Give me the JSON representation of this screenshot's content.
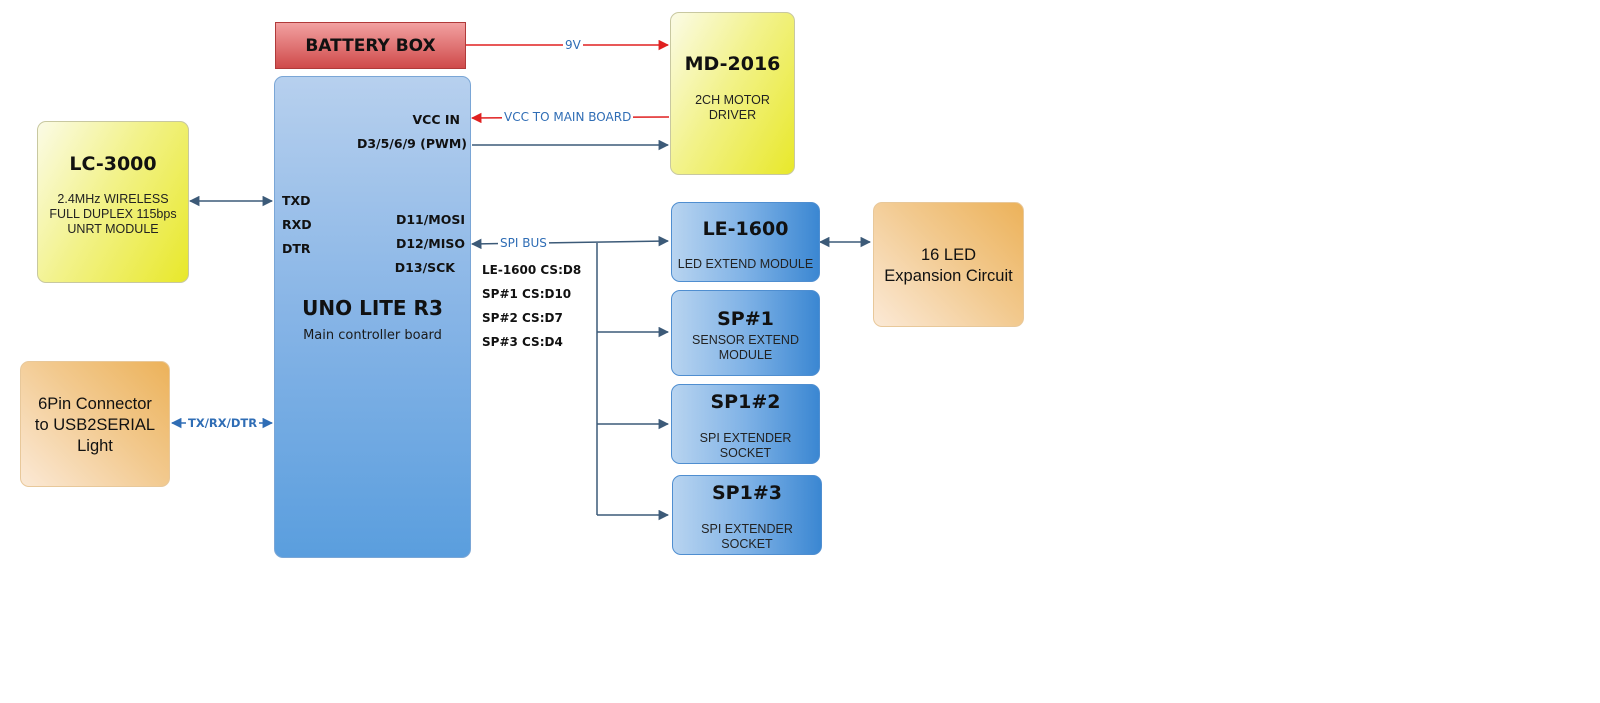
{
  "battery": {
    "title": "BATTERY BOX"
  },
  "md2016": {
    "title": "MD-2016",
    "sub": "2CH MOTOR\nDRIVER"
  },
  "lc3000": {
    "title": "LC-3000",
    "sub": "2.4MHz WIRELESS\nFULL DUPLEX 115bps\nUNRT MODULE"
  },
  "uno": {
    "title": "UNO LITE R3",
    "sub": "Main controller board",
    "pins": {
      "vcc_in": "VCC IN",
      "pwm": "D3/5/6/9 (PWM)",
      "txd": "TXD",
      "rxd": "RXD",
      "dtr": "DTR",
      "mosi": "D11/MOSI",
      "miso": "D12/MISO",
      "sck": "D13/SCK"
    }
  },
  "usb": {
    "title": "6Pin Connector\nto USB2SERIAL\nLight"
  },
  "le1600": {
    "title": "LE-1600",
    "sub": "LED EXTEND MODULE"
  },
  "led16": {
    "title": "16 LED\nExpansion Circuit"
  },
  "sp1": {
    "title": "SP#1",
    "sub": "SENSOR EXTEND\nMODULE"
  },
  "sp2": {
    "title": "SP1#2",
    "sub": "SPI EXTENDER\nSOCKET"
  },
  "sp3": {
    "title": "SP1#3",
    "sub": "SPI EXTENDER\nSOCKET"
  },
  "cs": [
    "LE-1600 CS:D8",
    "SP#1 CS:D10",
    "SP#2 CS:D7",
    "SP#3 CS:D4"
  ],
  "wires": {
    "v9": "9V",
    "vcc_main": "VCC TO MAIN BOARD",
    "spi_bus": "SPI BUS",
    "txrxdtr": "TX/RX/DTR"
  },
  "colors": {
    "power": "#e02020",
    "signal": "#3c5a78",
    "label_blue": "#2f6db5"
  }
}
